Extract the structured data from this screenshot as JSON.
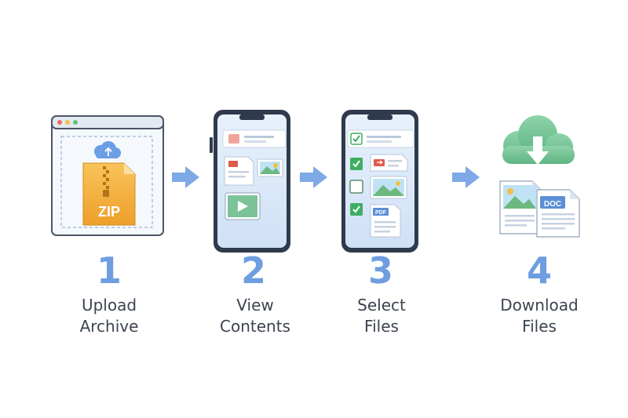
{
  "steps": [
    {
      "number": "1",
      "line1": "Upload",
      "line2": "Archive",
      "icon": "upload-archive-icon"
    },
    {
      "number": "2",
      "line1": "View",
      "line2": "Contents",
      "icon": "view-contents-icon"
    },
    {
      "number": "3",
      "line1": "Select",
      "line2": "Files",
      "icon": "select-files-icon"
    },
    {
      "number": "4",
      "line1": "Download",
      "line2": "Files",
      "icon": "download-files-icon"
    }
  ],
  "badges": {
    "zip": "ZIP",
    "pdf": "PDF",
    "doc": "DOC"
  },
  "colors": {
    "accent": "#6f9ee0",
    "arrow": "#7ea8e6",
    "zip_folder": "#f4b33f",
    "phone_frame": "#2f3a4c",
    "cloud": "#7cc79a",
    "check": "#3fae62",
    "doc_badge": "#5b8fd6",
    "text": "#3c4450"
  }
}
